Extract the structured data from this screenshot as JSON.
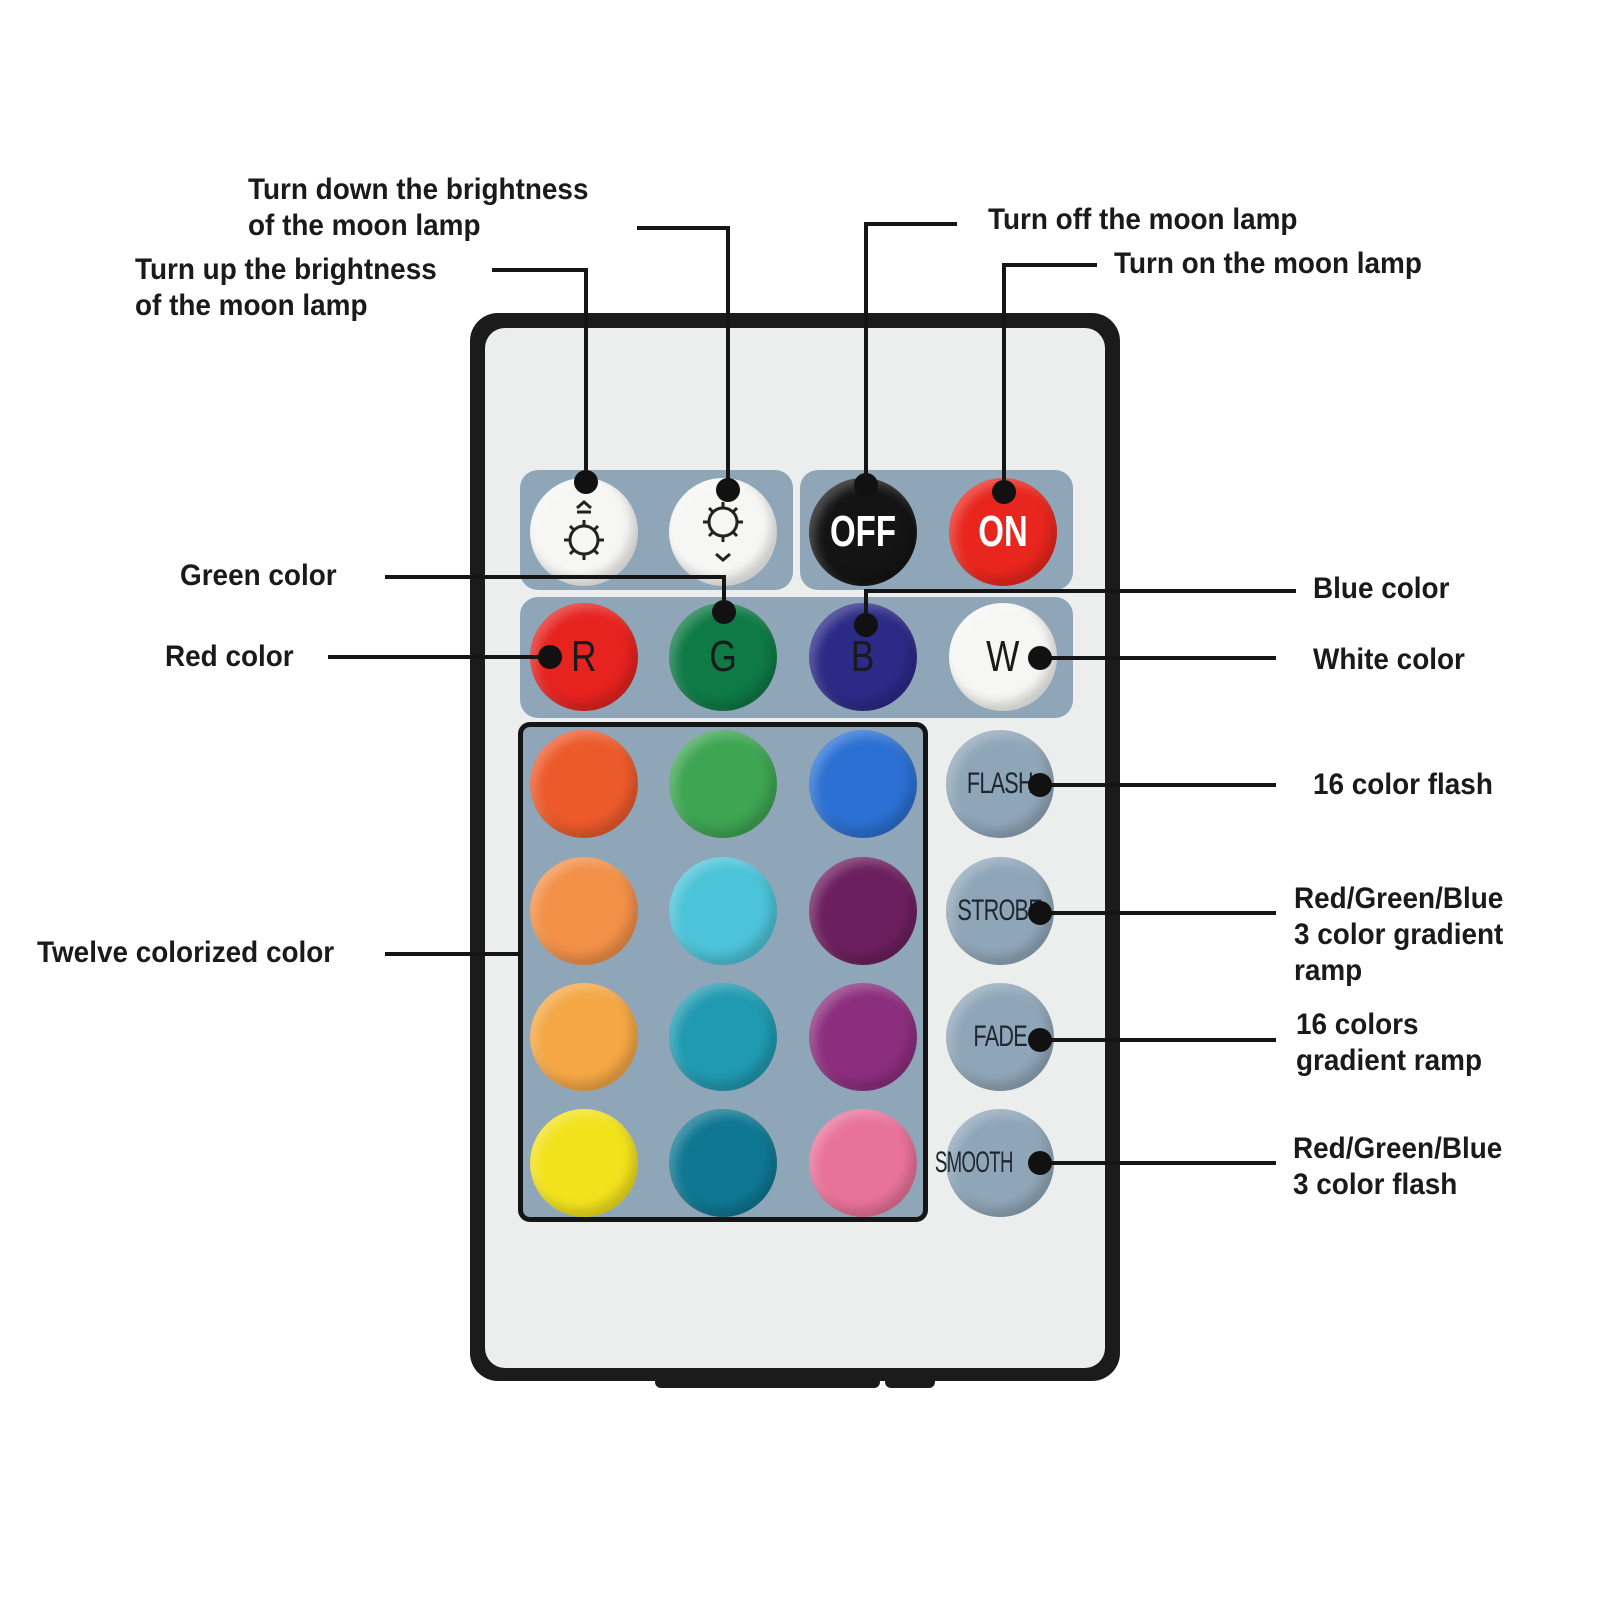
{
  "labels": {
    "brightness_down": [
      "Turn down the brightness",
      "of the moon lamp"
    ],
    "brightness_up": [
      "Turn up the brightness",
      "of the moon lamp"
    ],
    "off": "Turn off the moon lamp",
    "on": "Turn on the moon lamp",
    "green": "Green color",
    "red": "Red color",
    "blue": "Blue color",
    "white": "White color",
    "twelve": "Twelve colorized color",
    "flash": "16 color flash",
    "strobe": [
      "Red/Green/Blue",
      "3 color gradient",
      "ramp"
    ],
    "fade": [
      "16 colors",
      "gradient ramp"
    ],
    "smooth": [
      "Red/Green/Blue",
      "3 color flash"
    ]
  },
  "buttons": {
    "off": "OFF",
    "on": "ON",
    "red": "R",
    "green": "G",
    "blue": "B",
    "white": "W",
    "flash": "FLASH",
    "strobe": "STROBE",
    "fade": "FADE",
    "smooth": "SMOOTH"
  },
  "colors": {
    "pad": "#8fa6b8",
    "grid": [
      "#ec5a2b",
      "#3ea552",
      "#2b70d2",
      "#f29048",
      "#4cc3d8",
      "#6c1f5e",
      "#f4a744",
      "#1f9ab0",
      "#8c2e7e",
      "#f2e21c",
      "#0f7792",
      "#e8729a"
    ]
  }
}
